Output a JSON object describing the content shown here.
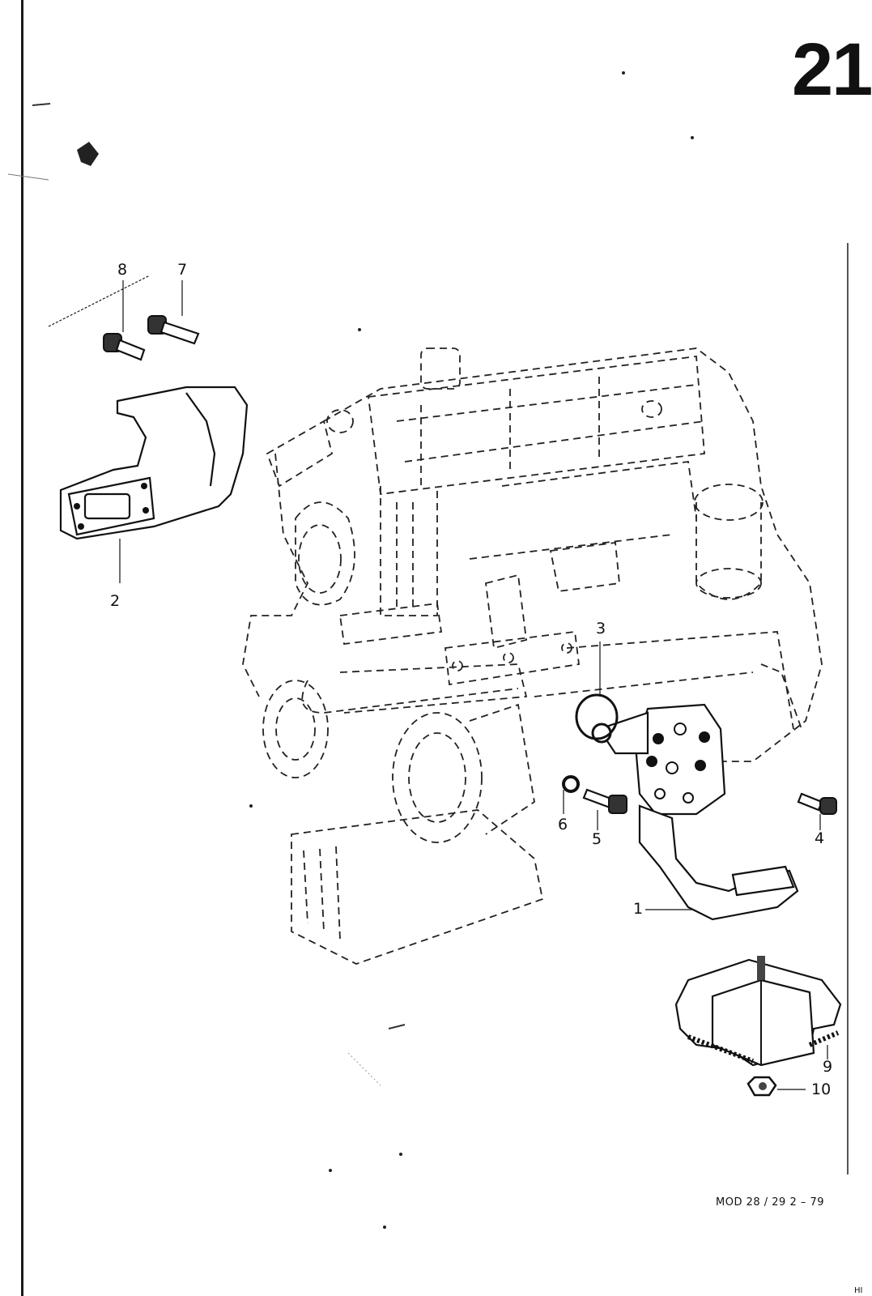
{
  "sheet": {
    "page_number": "21",
    "footer_code": "MOD 28 / 29   2 – 79",
    "corner_mark": "HI"
  },
  "callouts": [
    {
      "id": "1",
      "label": "1"
    },
    {
      "id": "2",
      "label": "2"
    },
    {
      "id": "3",
      "label": "3"
    },
    {
      "id": "4",
      "label": "4"
    },
    {
      "id": "5",
      "label": "5"
    },
    {
      "id": "6",
      "label": "6"
    },
    {
      "id": "7",
      "label": "7"
    },
    {
      "id": "8",
      "label": "8"
    },
    {
      "id": "9",
      "label": "9"
    },
    {
      "id": "10",
      "label": "10"
    }
  ]
}
